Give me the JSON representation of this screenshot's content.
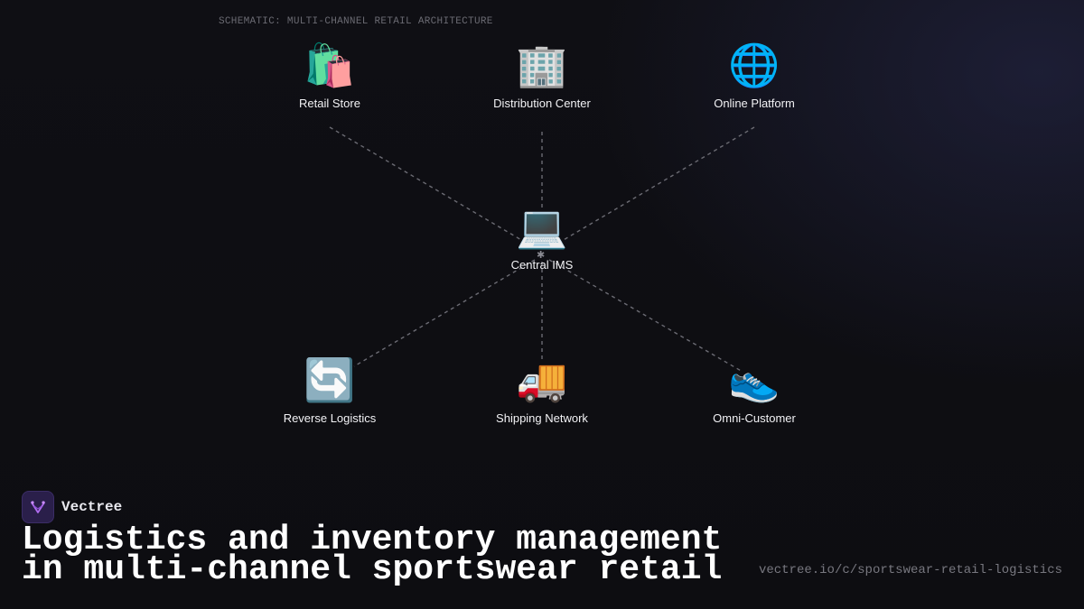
{
  "schematic_label": "SCHEMATIC: MULTI-CHANNEL RETAIL ARCHITECTURE",
  "hub": {
    "label": "Central IMS",
    "icon": "laptop-icon",
    "glyph": "💻",
    "mark": "✱"
  },
  "nodes": {
    "retail_store": {
      "label": "Retail Store",
      "icon": "shopping-bags-icon",
      "glyph": "🛍️"
    },
    "distribution_center": {
      "label": "Distribution Center",
      "icon": "office-building-icon",
      "glyph": "🏢"
    },
    "online_platform": {
      "label": "Online Platform",
      "icon": "globe-icon",
      "glyph": "🌐"
    },
    "reverse_logistics": {
      "label": "Reverse Logistics",
      "icon": "arrows-cycle-icon",
      "glyph": "🔄"
    },
    "shipping_network": {
      "label": "Shipping Network",
      "icon": "delivery-truck-icon",
      "glyph": "🚚"
    },
    "omni_customer": {
      "label": "Omni-Customer",
      "icon": "sneaker-icon",
      "glyph": "👟"
    }
  },
  "connections": [
    [
      "retail_store",
      "hub"
    ],
    [
      "distribution_center",
      "hub"
    ],
    [
      "online_platform",
      "hub"
    ],
    [
      "hub",
      "reverse_logistics"
    ],
    [
      "hub",
      "shipping_network"
    ],
    [
      "hub",
      "omni_customer"
    ]
  ],
  "brand": {
    "name": "Vectree"
  },
  "headline": "Logistics and inventory management in multi-channel sportswear retail",
  "url": "vectree.io/c/sportswear-retail-logistics",
  "colors": {
    "background": "#0e0e13",
    "connector": "#6b6b73",
    "brand_logo_bg": "#2a1f4a",
    "brand_accent": "#b06cf0"
  }
}
